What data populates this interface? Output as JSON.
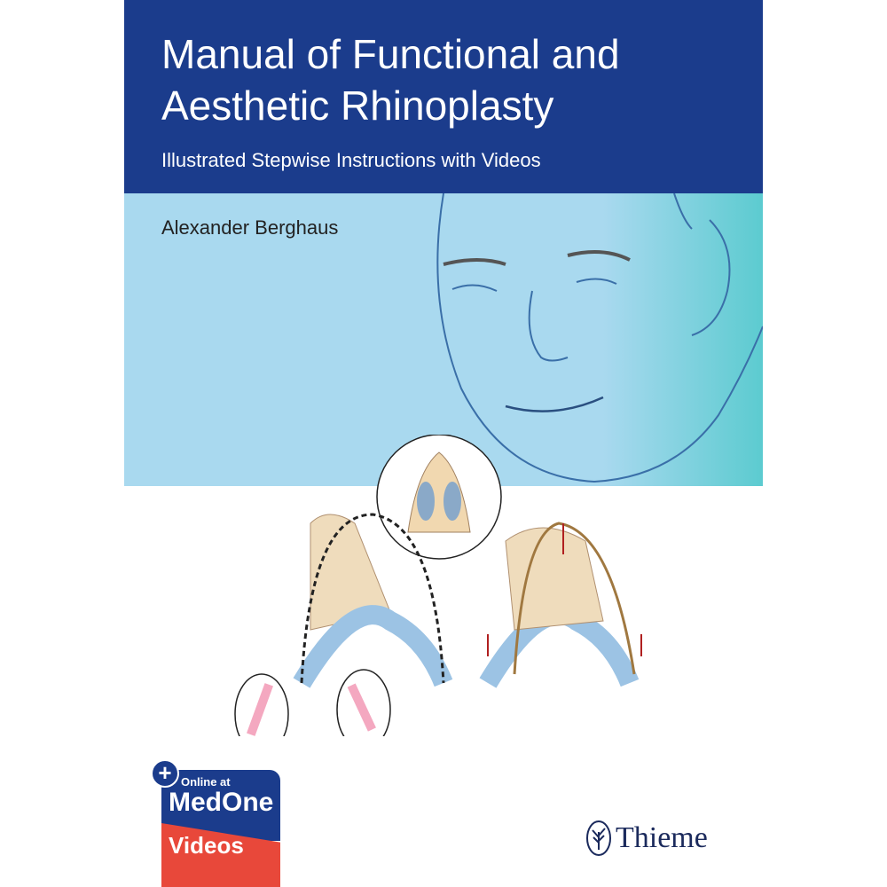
{
  "book": {
    "title_line1": "Manual of Functional and",
    "title_line2": "Aesthetic Rhinoplasty",
    "subtitle": "Illustrated Stepwise Instructions with Videos",
    "author": "Alexander Berghaus"
  },
  "badge": {
    "line1": "Online at",
    "line2": "MedOne",
    "line3": "Videos",
    "icon": "plus-icon"
  },
  "publisher": {
    "name": "Thieme",
    "logo_icon": "tree-icon"
  },
  "colors": {
    "header_blue": "#1b3c8c",
    "band_blue": "#a9d9ef",
    "band_teal": "#5ccbd0",
    "badge_red": "#e8483a"
  }
}
